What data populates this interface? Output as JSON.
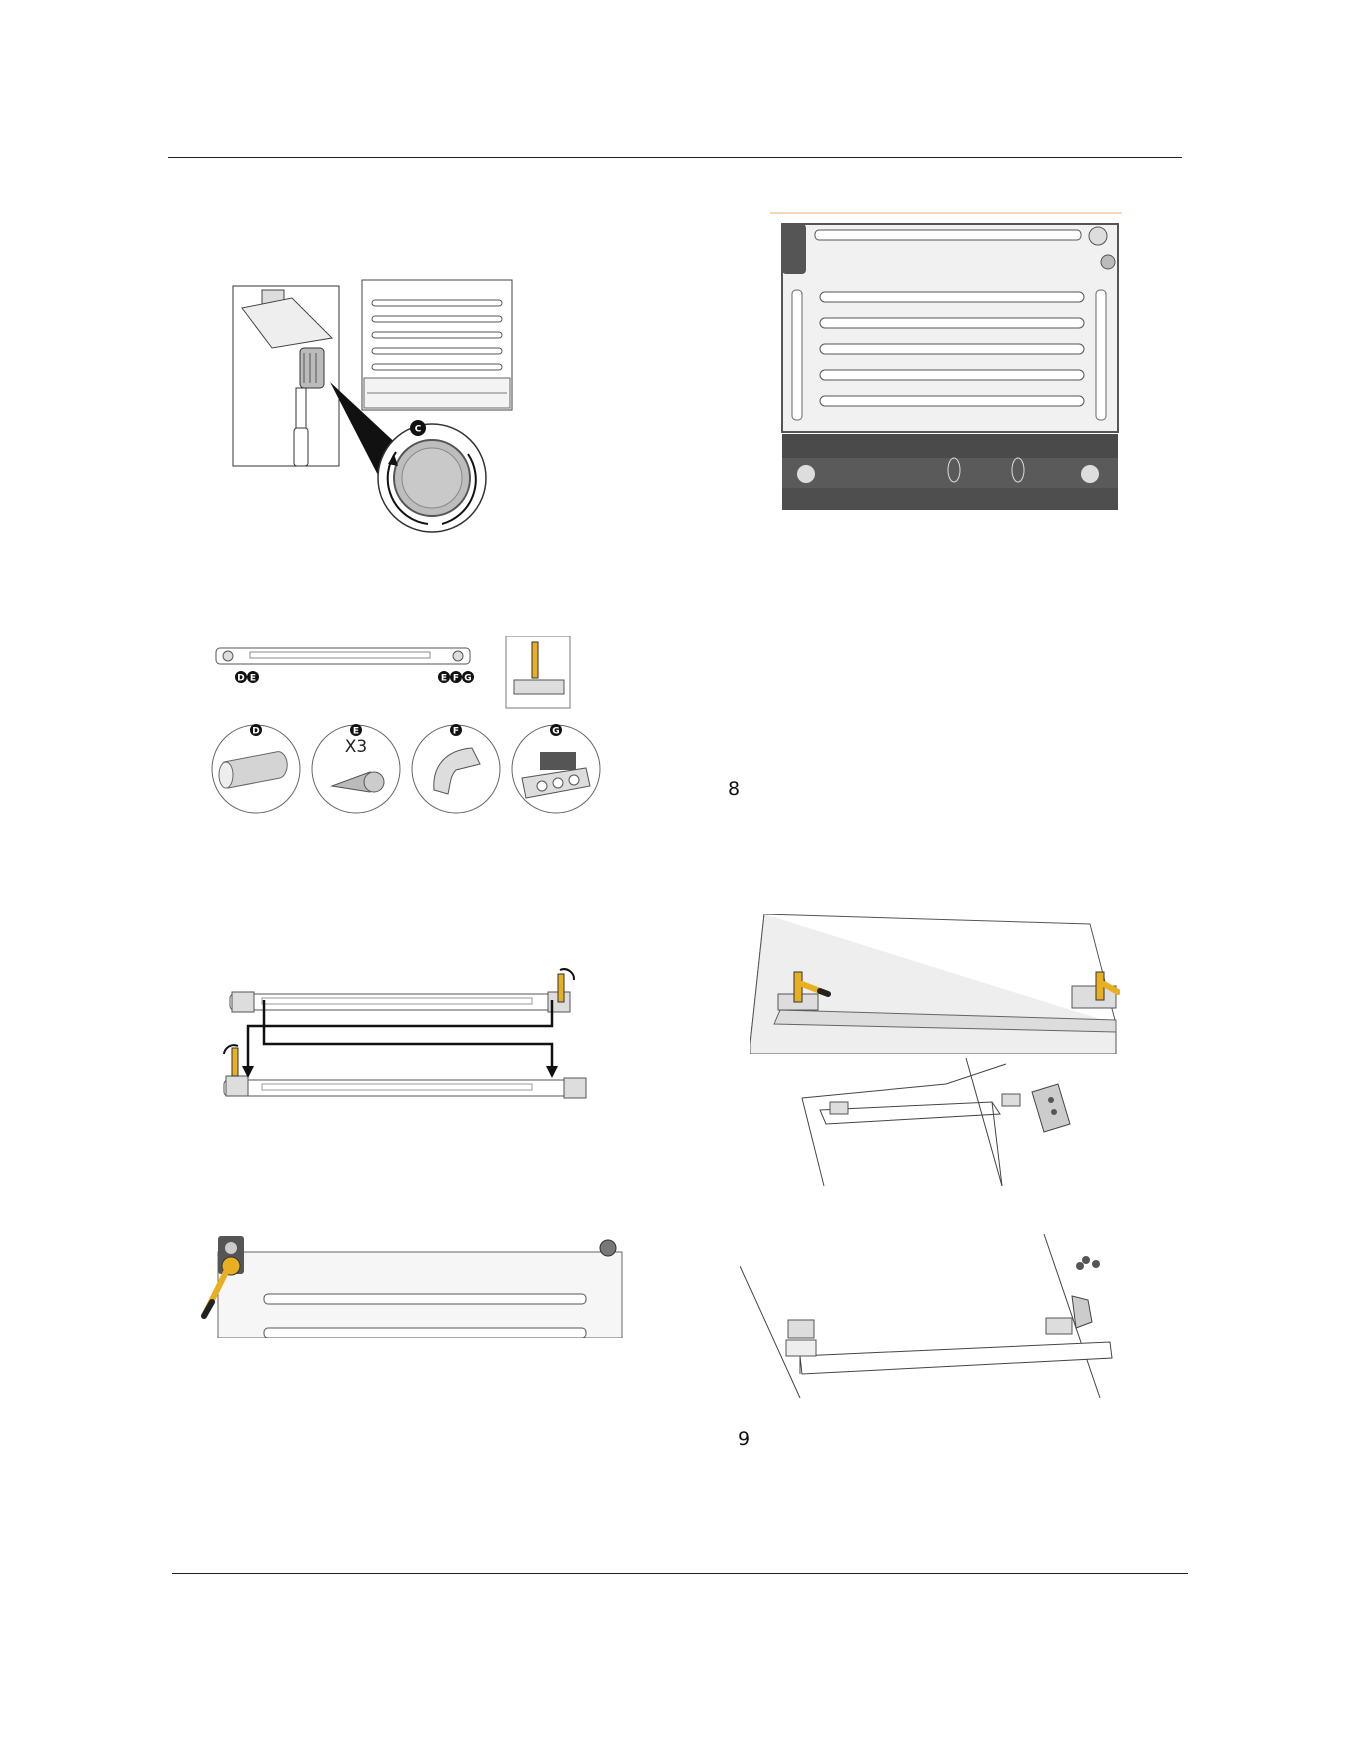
{
  "page": {
    "step_numbers": {
      "step_8": "8",
      "step_9": "9"
    },
    "callouts": {
      "c": "C",
      "d": "D",
      "e": "E",
      "f": "F",
      "g": "G"
    },
    "screw_quantity": "X3"
  },
  "figures": [
    {
      "id": "fig-wheel-adjust",
      "icon": "castor-wheel-screwdriver-illustration"
    },
    {
      "id": "fig-bottom-view",
      "icon": "cabinet-underside-illustration"
    },
    {
      "id": "fig-hinge-parts",
      "icon": "hinge-parts-illustration"
    },
    {
      "id": "fig-hinge-swap",
      "icon": "hinge-swap-arrows-illustration"
    },
    {
      "id": "fig-top-hinge",
      "icon": "top-hinge-screwdriver-illustration"
    },
    {
      "id": "fig-door-top",
      "icon": "door-top-screwdriver-illustration"
    },
    {
      "id": "fig-door-hinge-install",
      "icon": "door-hinge-install-illustration"
    },
    {
      "id": "fig-door-hinge-screws",
      "icon": "door-hinge-screws-illustration"
    }
  ],
  "colors": {
    "tool_yellow": "#e8b020",
    "dark_gray": "#555555",
    "rule": "#222222"
  }
}
